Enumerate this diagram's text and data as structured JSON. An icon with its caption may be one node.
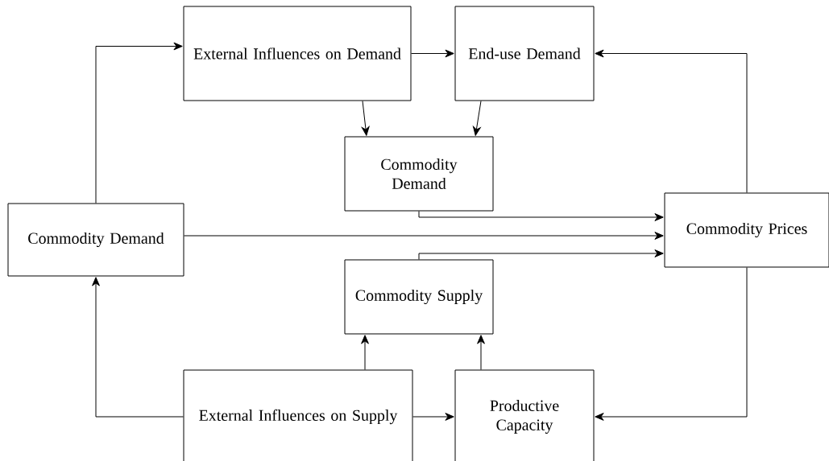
{
  "diagram": {
    "nodes": [
      {
        "text": [
          "External Influences on Demand"
        ]
      },
      {
        "text": [
          "End-use Demand"
        ]
      },
      {
        "text": [
          "Commodity Demand"
        ]
      },
      {
        "text": [
          "Commodity Demand"
        ]
      },
      {
        "text": [
          "Commodity Prices"
        ]
      },
      {
        "text": [
          "Commodity Supply"
        ]
      },
      {
        "text": [
          "External Influences on Supply"
        ]
      },
      {
        "text": [
          "Productive Capacity"
        ]
      }
    ],
    "edges": [
      {
        "from": 3,
        "to": 0,
        "arrow": "to"
      },
      {
        "from": 0,
        "to": 1,
        "arrow": "to"
      },
      {
        "from": 4,
        "to": 1,
        "arrow": "to"
      },
      {
        "from": 0,
        "to": 2,
        "arrow": "to"
      },
      {
        "from": 1,
        "to": 2,
        "arrow": "to"
      },
      {
        "from": 2,
        "to": 4,
        "arrow": "to"
      },
      {
        "from": 3,
        "to": 4,
        "arrow": "to"
      },
      {
        "from": 5,
        "to": 4,
        "arrow": "to"
      },
      {
        "from": 6,
        "to": 5,
        "arrow": "to"
      },
      {
        "from": 7,
        "to": 5,
        "arrow": "to"
      },
      {
        "from": 6,
        "to": 3,
        "arrow": "to"
      },
      {
        "from": 6,
        "to": 7,
        "arrow": "to"
      },
      {
        "from": 4,
        "to": 7,
        "arrow": "to"
      }
    ]
  }
}
